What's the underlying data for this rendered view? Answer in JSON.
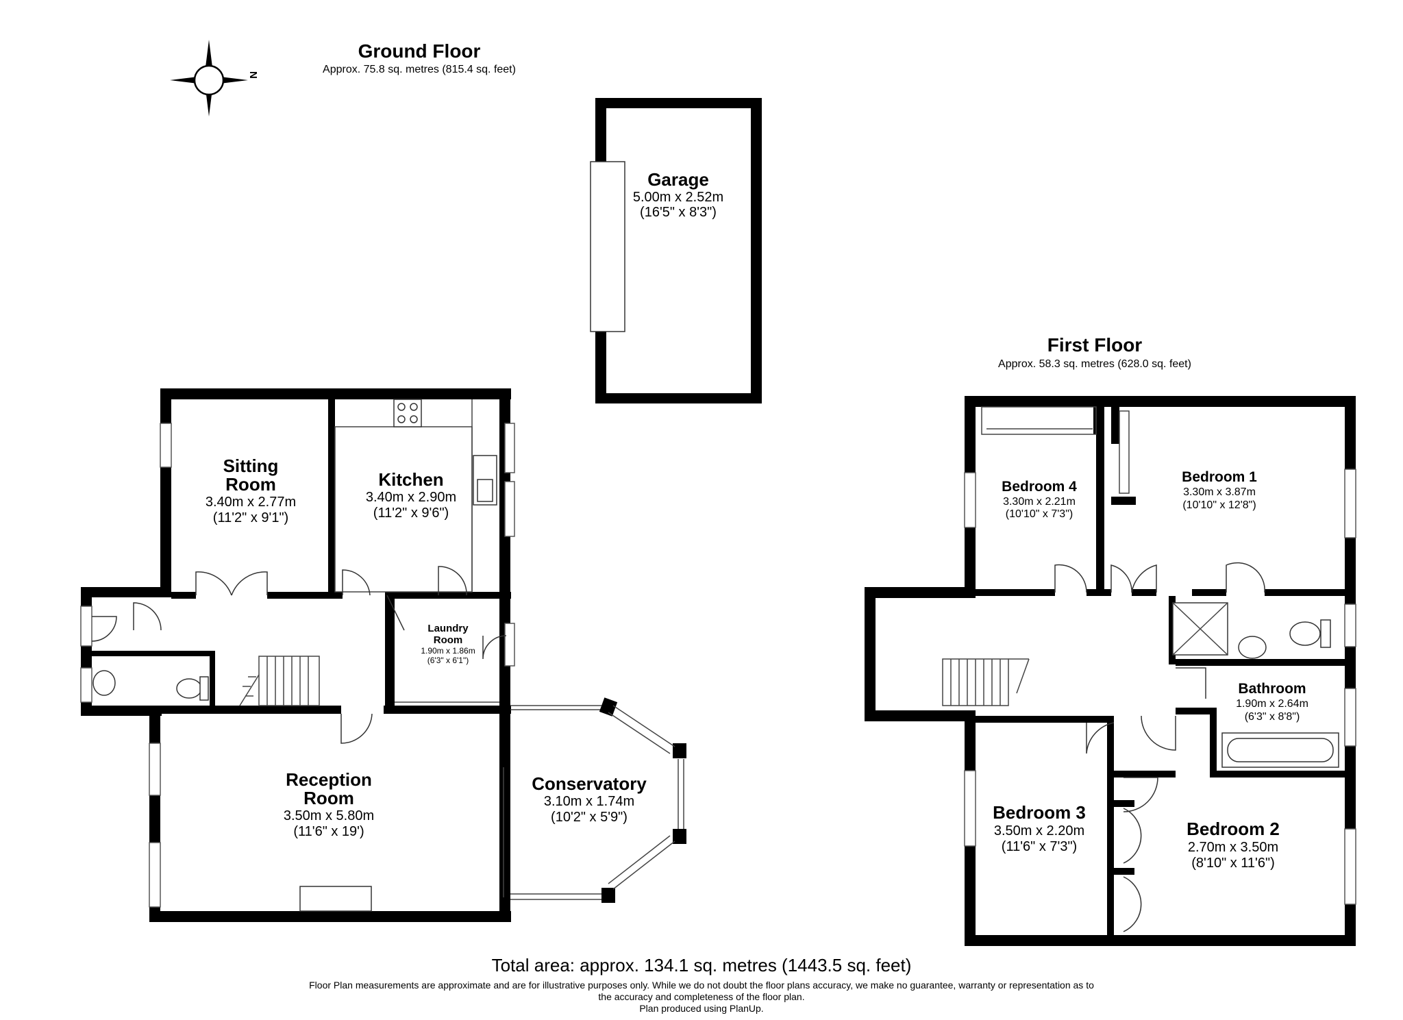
{
  "compass": {
    "north_label": "N",
    "icon": "compass-rose-icon"
  },
  "ground_floor": {
    "title": "Ground Floor",
    "area": "Approx. 75.8 sq. metres (815.4 sq. feet)",
    "rooms": {
      "garage": {
        "name": "Garage",
        "metric": "5.00m x 2.52m",
        "imperial": "(16'5\" x 8'3\")"
      },
      "sitting_room": {
        "name_line1": "Sitting",
        "name_line2": "Room",
        "metric": "3.40m x 2.77m",
        "imperial": "(11'2\" x 9'1\")"
      },
      "kitchen": {
        "name": "Kitchen",
        "metric": "3.40m x 2.90m",
        "imperial": "(11'2\" x 9'6\")"
      },
      "laundry_room": {
        "name_line1": "Laundry",
        "name_line2": "Room",
        "metric": "1.90m x 1.86m",
        "imperial": "(6'3\" x 6'1\")"
      },
      "reception_room": {
        "name_line1": "Reception",
        "name_line2": "Room",
        "metric": "3.50m x 5.80m",
        "imperial": "(11'6\" x 19')"
      },
      "conservatory": {
        "name": "Conservatory",
        "metric": "3.10m x 1.74m",
        "imperial": "(10'2\" x 5'9\")"
      }
    }
  },
  "first_floor": {
    "title": "First Floor",
    "area": "Approx. 58.3 sq. metres (628.0 sq. feet)",
    "rooms": {
      "bedroom_4": {
        "name": "Bedroom 4",
        "metric": "3.30m x 2.21m",
        "imperial": "(10'10\" x 7'3\")"
      },
      "bedroom_1": {
        "name": "Bedroom 1",
        "metric": "3.30m x 3.87m",
        "imperial": "(10'10\" x 12'8\")"
      },
      "bathroom": {
        "name": "Bathroom",
        "metric": "1.90m x 2.64m",
        "imperial": "(6'3\" x 8'8\")"
      },
      "bedroom_3": {
        "name": "Bedroom 3",
        "metric": "3.50m x 2.20m",
        "imperial": "(11'6\" x 7'3\")"
      },
      "bedroom_2": {
        "name": "Bedroom 2",
        "metric": "2.70m x 3.50m",
        "imperial": "(8'10\" x 11'6\")"
      }
    }
  },
  "footer": {
    "total_area": "Total area: approx. 134.1 sq. metres (1443.5 sq. feet)",
    "disclaimer_line1": "Floor Plan measurements are approximate and are for illustrative purposes only. While we do not doubt the floor plans accuracy, we make no guarantee, warranty or representation as to",
    "disclaimer_line2": "the accuracy and completeness of the floor plan.",
    "produced_by": "Plan produced using PlanUp."
  },
  "colors": {
    "wall": "#000000",
    "background": "#ffffff"
  }
}
